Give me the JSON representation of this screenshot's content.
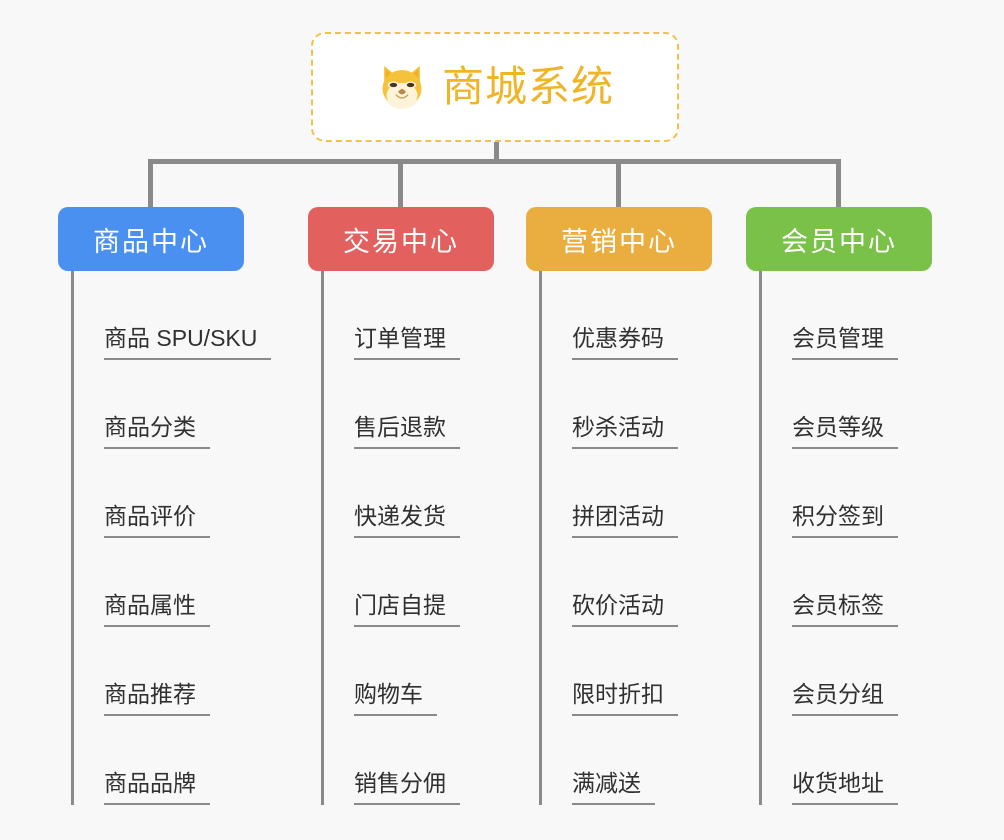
{
  "canvas": {
    "background": "#f8f8f8",
    "connector_color": "#8a8a8a"
  },
  "root": {
    "icon": "shiba-dog-face-icon",
    "label": "商城系统",
    "text_color": "#f0b429",
    "border_color": "#f2c14a",
    "fill": "#ffffff"
  },
  "branches": [
    {
      "id": "product-center",
      "label": "商品中心",
      "color": "#4a90f0",
      "items": [
        "商品 SPU/SKU",
        "商品分类",
        "商品评价",
        "商品属性",
        "商品推荐",
        "商品品牌"
      ]
    },
    {
      "id": "trade-center",
      "label": "交易中心",
      "color": "#e2605e",
      "items": [
        "订单管理",
        "售后退款",
        "快递发货",
        "门店自提",
        "购物车",
        "销售分佣"
      ]
    },
    {
      "id": "marketing-center",
      "label": "营销中心",
      "color": "#eaae40",
      "items": [
        "优惠券码",
        "秒杀活动",
        "拼团活动",
        "砍价活动",
        "限时折扣",
        "满减送"
      ]
    },
    {
      "id": "member-center",
      "label": "会员中心",
      "color": "#79c148",
      "items": [
        "会员管理",
        "会员等级",
        "积分签到",
        "会员标签",
        "会员分组",
        "收货地址"
      ]
    }
  ]
}
